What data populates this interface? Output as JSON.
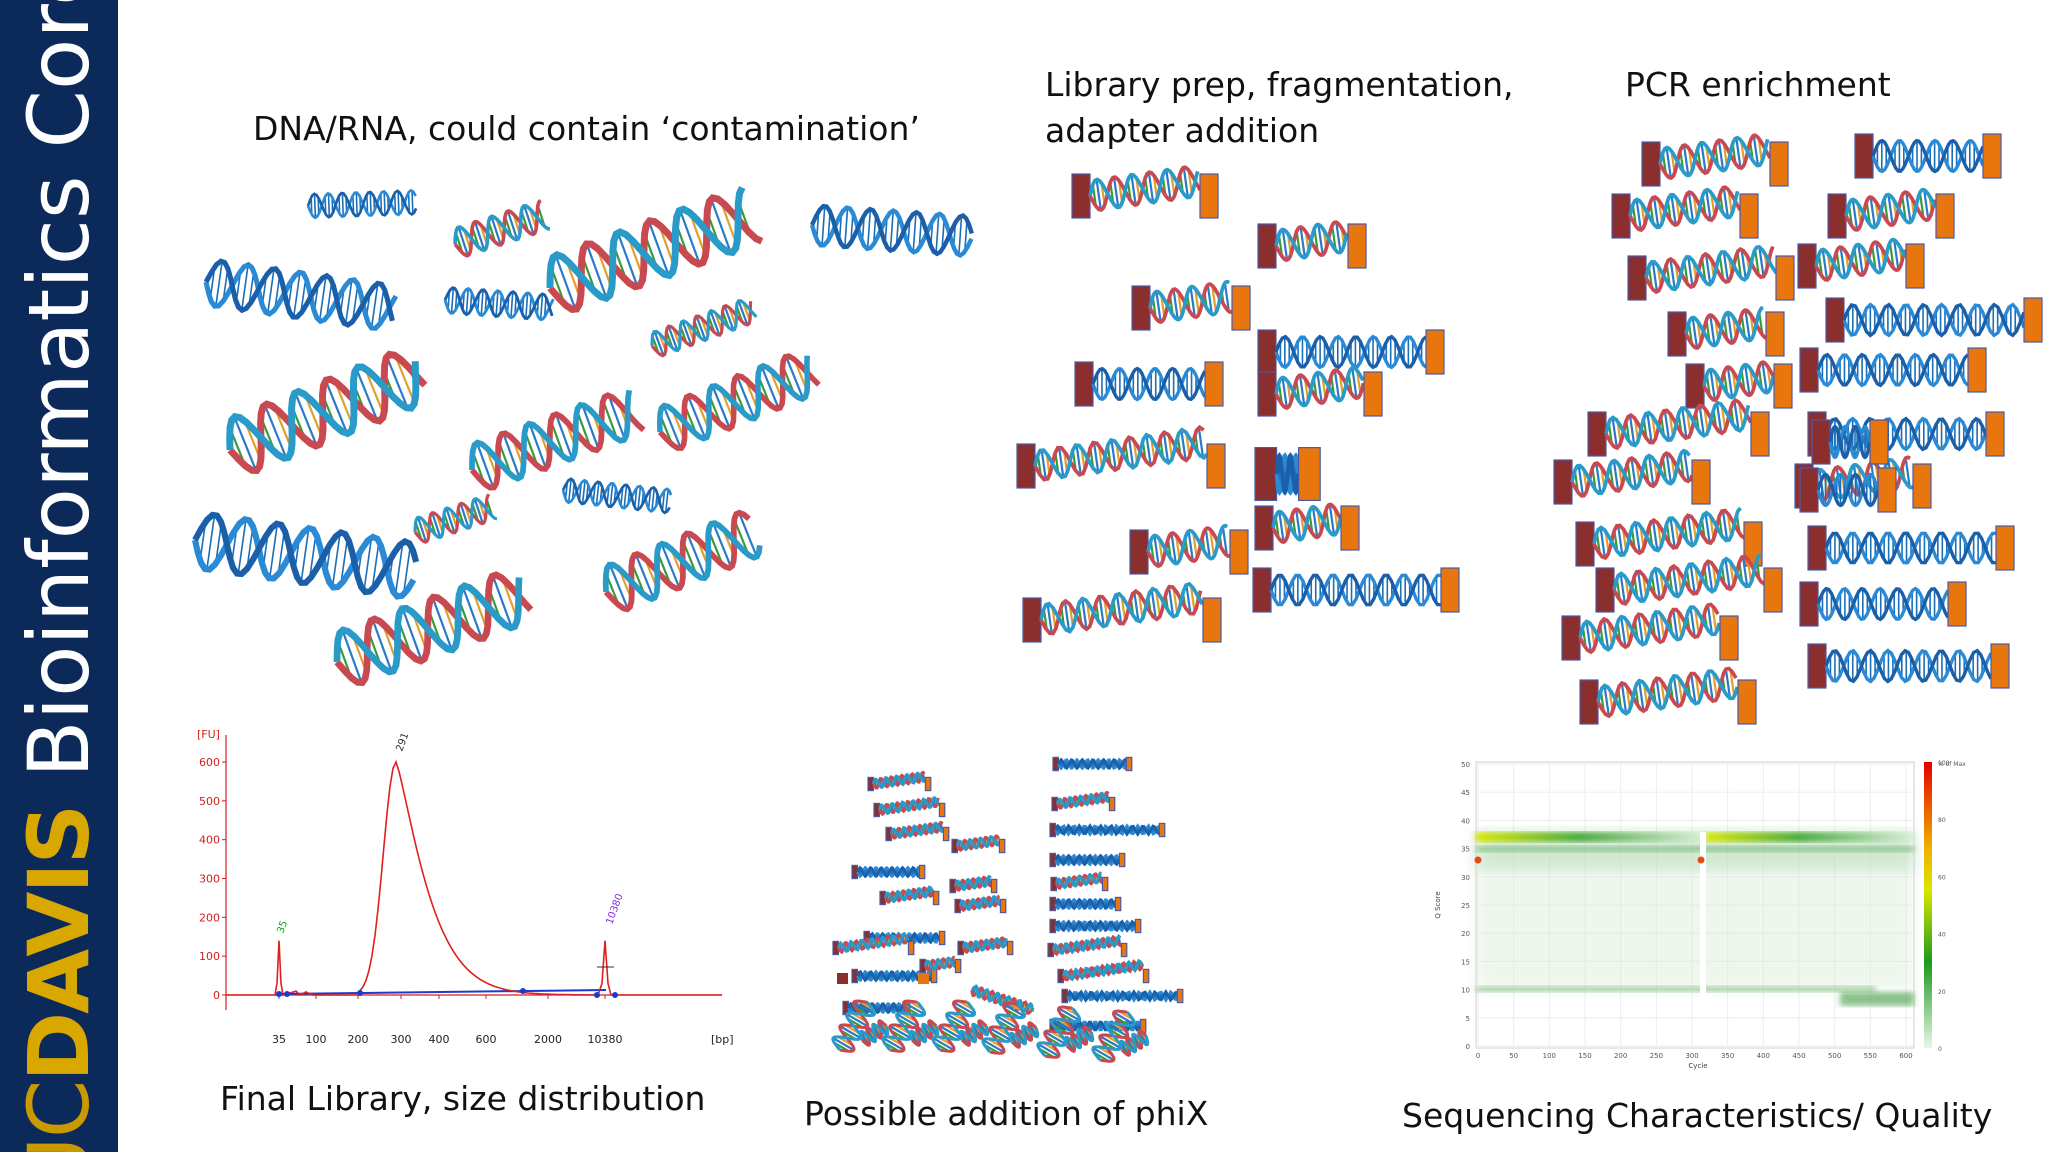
{
  "sidebar": {
    "brand_uc": "UC",
    "brand_davis": "DAVIS",
    "brand_name": "Bioinformatics Core"
  },
  "captions": {
    "sample": "DNA/RNA, could contain ‘contamination’",
    "libprep_line1": "Library prep, fragmentation,",
    "libprep_line2": "adapter addition",
    "pcr": "PCR enrichment",
    "final_library": "Final Library, size distribution",
    "phix": "Possible addition of phiX",
    "sequencing": "Sequencing Characteristics/ Quality"
  },
  "colors": {
    "sidebar_bg": "#0b2a5a",
    "brand_gold": "#d8a800",
    "adapter_left": "#8b2e2e",
    "adapter_right": "#e8760f",
    "dna_blue": "#2a8ad6",
    "trace_red": "#e0201e"
  },
  "electropherogram": {
    "y_unit": "[FU]",
    "x_unit": "[bp]",
    "y_ticks": [
      "600",
      "500",
      "400",
      "300",
      "200",
      "100",
      "0"
    ],
    "x_ticks": [
      "35",
      "100",
      "200",
      "300",
      "400",
      "600",
      "2000",
      "10380"
    ],
    "peak_labels": {
      "lower_marker": "35",
      "library": "291",
      "upper_marker": "10380"
    }
  },
  "quality_plot": {
    "ylabel": "Q Score",
    "xlabel": "Cycle",
    "legend_title": "% of Max",
    "y_ticks": [
      "50",
      "45",
      "40",
      "35",
      "30",
      "25",
      "20",
      "15",
      "10",
      "5",
      "0"
    ],
    "x_ticks": [
      "0",
      "50",
      "100",
      "150",
      "200",
      "250",
      "300",
      "350",
      "400",
      "450",
      "500",
      "550",
      "600"
    ],
    "legend_ticks": [
      "100",
      "80",
      "60",
      "40",
      "20",
      "0"
    ]
  }
}
